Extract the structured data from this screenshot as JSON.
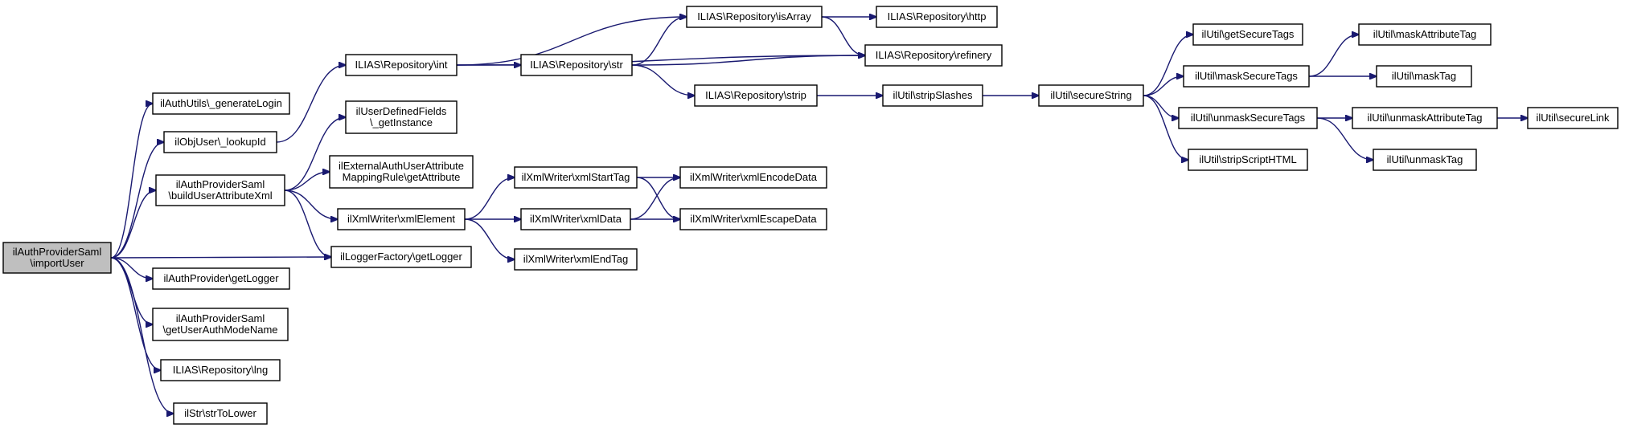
{
  "diagram": {
    "nodes": [
      {
        "id": "root",
        "lines": [
          "ilAuthProviderSaml",
          "\\importUser"
        ],
        "root": true
      },
      {
        "id": "generateLogin",
        "lines": [
          "ilAuthUtils\\_generateLogin"
        ]
      },
      {
        "id": "lookupId",
        "lines": [
          "ilObjUser\\_lookupId"
        ]
      },
      {
        "id": "buildXml",
        "lines": [
          "ilAuthProviderSaml",
          "\\buildUserAttributeXml"
        ]
      },
      {
        "id": "getLoggerFactory",
        "lines": [
          "ilLoggerFactory\\getLogger"
        ]
      },
      {
        "id": "getLoggerProvider",
        "lines": [
          "ilAuthProvider\\getLogger"
        ]
      },
      {
        "id": "getUserAuthModeName",
        "lines": [
          "ilAuthProviderSaml",
          "\\getUserAuthModeName"
        ]
      },
      {
        "id": "lng",
        "lines": [
          "ILIAS\\Repository\\lng"
        ]
      },
      {
        "id": "strToLower",
        "lines": [
          "ilStr\\strToLower"
        ]
      },
      {
        "id": "int",
        "lines": [
          "ILIAS\\Repository\\int"
        ]
      },
      {
        "id": "udfGetInstance",
        "lines": [
          "ilUserDefinedFields",
          "\\_getInstance"
        ]
      },
      {
        "id": "extAuthGetAttr",
        "lines": [
          "ilExternalAuthUserAttribute",
          "MappingRule\\getAttribute"
        ]
      },
      {
        "id": "xmlElement",
        "lines": [
          "ilXmlWriter\\xmlElement"
        ]
      },
      {
        "id": "str",
        "lines": [
          "ILIAS\\Repository\\str"
        ]
      },
      {
        "id": "isArray",
        "lines": [
          "ILIAS\\Repository\\isArray"
        ]
      },
      {
        "id": "strip",
        "lines": [
          "ILIAS\\Repository\\strip"
        ]
      },
      {
        "id": "http",
        "lines": [
          "ILIAS\\Repository\\http"
        ]
      },
      {
        "id": "refinery",
        "lines": [
          "ILIAS\\Repository\\refinery"
        ]
      },
      {
        "id": "xmlStartTag",
        "lines": [
          "ilXmlWriter\\xmlStartTag"
        ]
      },
      {
        "id": "xmlData",
        "lines": [
          "ilXmlWriter\\xmlData"
        ]
      },
      {
        "id": "xmlEndTag",
        "lines": [
          "ilXmlWriter\\xmlEndTag"
        ]
      },
      {
        "id": "xmlEncodeData",
        "lines": [
          "ilXmlWriter\\xmlEncodeData"
        ]
      },
      {
        "id": "xmlEscapeData",
        "lines": [
          "ilXmlWriter\\xmlEscapeData"
        ]
      },
      {
        "id": "stripSlashes",
        "lines": [
          "ilUtil\\stripSlashes"
        ]
      },
      {
        "id": "secureString",
        "lines": [
          "ilUtil\\secureString"
        ]
      },
      {
        "id": "getSecureTags",
        "lines": [
          "ilUtil\\getSecureTags"
        ]
      },
      {
        "id": "maskSecureTags",
        "lines": [
          "ilUtil\\maskSecureTags"
        ]
      },
      {
        "id": "unmaskSecureTags",
        "lines": [
          "ilUtil\\unmaskSecureTags"
        ]
      },
      {
        "id": "stripScriptHTML",
        "lines": [
          "ilUtil\\stripScriptHTML"
        ]
      },
      {
        "id": "maskAttributeTag",
        "lines": [
          "ilUtil\\maskAttributeTag"
        ]
      },
      {
        "id": "maskTag",
        "lines": [
          "ilUtil\\maskTag"
        ]
      },
      {
        "id": "unmaskAttributeTag",
        "lines": [
          "ilUtil\\unmaskAttributeTag"
        ]
      },
      {
        "id": "unmaskTag",
        "lines": [
          "ilUtil\\unmaskTag"
        ]
      },
      {
        "id": "secureLink",
        "lines": [
          "ilUtil\\secureLink"
        ]
      }
    ],
    "edges": [
      [
        "root",
        "generateLogin"
      ],
      [
        "root",
        "lookupId"
      ],
      [
        "root",
        "buildXml"
      ],
      [
        "root",
        "getLoggerFactory"
      ],
      [
        "root",
        "getLoggerProvider"
      ],
      [
        "root",
        "getUserAuthModeName"
      ],
      [
        "root",
        "lng"
      ],
      [
        "root",
        "strToLower"
      ],
      [
        "lookupId",
        "int"
      ],
      [
        "buildXml",
        "udfGetInstance"
      ],
      [
        "buildXml",
        "extAuthGetAttr"
      ],
      [
        "buildXml",
        "xmlElement"
      ],
      [
        "buildXml",
        "getLoggerFactory"
      ],
      [
        "int",
        "isArray"
      ],
      [
        "int",
        "str"
      ],
      [
        "int",
        "refinery"
      ],
      [
        "str",
        "isArray"
      ],
      [
        "str",
        "refinery"
      ],
      [
        "str",
        "strip"
      ],
      [
        "isArray",
        "http"
      ],
      [
        "isArray",
        "refinery"
      ],
      [
        "strip",
        "stripSlashes"
      ],
      [
        "xmlElement",
        "xmlStartTag"
      ],
      [
        "xmlElement",
        "xmlData"
      ],
      [
        "xmlElement",
        "xmlEndTag"
      ],
      [
        "xmlStartTag",
        "xmlEncodeData"
      ],
      [
        "xmlStartTag",
        "xmlEscapeData"
      ],
      [
        "xmlData",
        "xmlEncodeData"
      ],
      [
        "xmlData",
        "xmlEscapeData"
      ],
      [
        "stripSlashes",
        "secureString"
      ],
      [
        "secureString",
        "getSecureTags"
      ],
      [
        "secureString",
        "maskSecureTags"
      ],
      [
        "secureString",
        "unmaskSecureTags"
      ],
      [
        "secureString",
        "stripScriptHTML"
      ],
      [
        "maskSecureTags",
        "maskAttributeTag"
      ],
      [
        "maskSecureTags",
        "maskTag"
      ],
      [
        "unmaskSecureTags",
        "unmaskAttributeTag"
      ],
      [
        "unmaskSecureTags",
        "unmaskTag"
      ],
      [
        "unmaskAttributeTag",
        "secureLink"
      ]
    ],
    "colors": {
      "edge": "#191970",
      "node_border": "#000000",
      "node_fill": "#ffffff",
      "root_fill": "#bfbfbf"
    }
  }
}
